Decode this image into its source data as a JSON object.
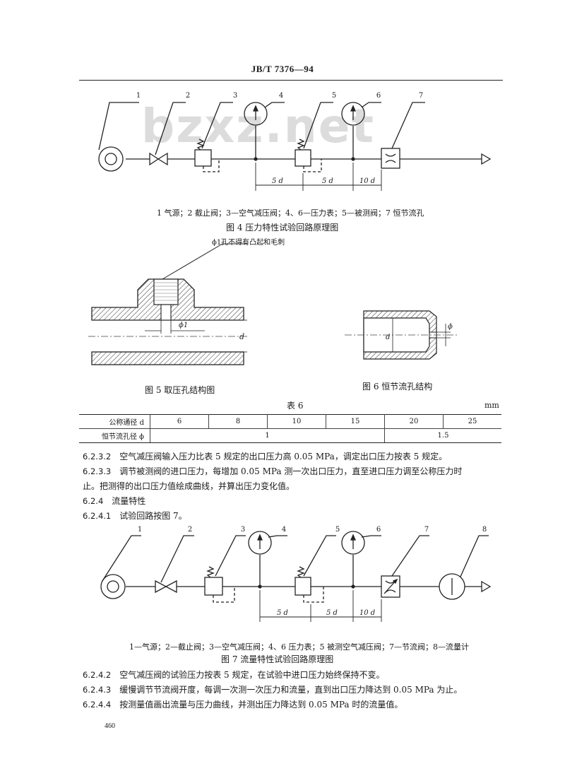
{
  "header": {
    "code": "JB/T 7376—94"
  },
  "watermark": "bzxz.net",
  "figure4": {
    "numbers": [
      "1",
      "2",
      "3",
      "4",
      "5",
      "6",
      "7"
    ],
    "dims": [
      "5 d",
      "5 d",
      "10 d"
    ],
    "legend": "1  气源；2  截止阀；3—空气减压阀；4、6—压力表；5—被测阀；7  恒节流孔",
    "caption": "图 4    压力特性试验回路原理图"
  },
  "figure5": {
    "note": "ϕ1孔不得有凸起和毛刺",
    "phi_label": "ϕ1",
    "d_label": "d",
    "caption": "图 5    取压孔结构图"
  },
  "figure6": {
    "d_label": "d",
    "phi_label": "ϕ",
    "caption": "图 6    恒节流孔结构"
  },
  "table6": {
    "title": "表 6",
    "unit": "mm",
    "row1_label": "公称通径 d",
    "row1_values": [
      "6",
      "8",
      "10",
      "15",
      "20",
      "25"
    ],
    "row2_label": "恒节流孔径 ϕ",
    "row2_values": [
      "1",
      "1.5"
    ]
  },
  "paragraphs": [
    {
      "num": "6.2.3.2",
      "text": "空气减压阀输入压力比表 5 规定的出口压力高 0.05 MPa，调定出口压力按表 5 规定。"
    },
    {
      "num": "6.2.3.3",
      "text": "调节被测阀的进口压力，每增加 0.05 MPa 测一次出口压力，直至进口压力调至公称压力时"
    },
    {
      "num": "",
      "text": "止。把测得的出口压力值绘成曲线，并算出压力变化值。"
    },
    {
      "num": "6.2.4",
      "text": "流量特性"
    },
    {
      "num": "6.2.4.1",
      "text": "试验回路按图 7。"
    }
  ],
  "figure7": {
    "numbers": [
      "1",
      "2",
      "3",
      "4",
      "5",
      "6",
      "7",
      "8"
    ],
    "dims": [
      "5 d",
      "5 d",
      "10 d"
    ],
    "legend": "1—气源；2—截止阀；3—空气减压阀；4、6  压力表；5  被测空气减压阀；7—节流阀；8—流量计",
    "caption": "图 7    流量特性试验回路原理图"
  },
  "paragraphs2": [
    {
      "num": "6.2.4.2",
      "text": "空气减压阀的试验压力按表 5 规定，在试验中进口压力始终保持不变。"
    },
    {
      "num": "6.2.4.3",
      "text": "缓慢调节节流阀开度，每调一次测一次压力和流量，直到出口压力降达到 0.05 MPa 为止。"
    },
    {
      "num": "6.2.4.4",
      "text": "按测量值画出流量与压力曲线，并测出压力降达到 0.05 MPa 时的流量值。"
    }
  ],
  "page_number": "460"
}
